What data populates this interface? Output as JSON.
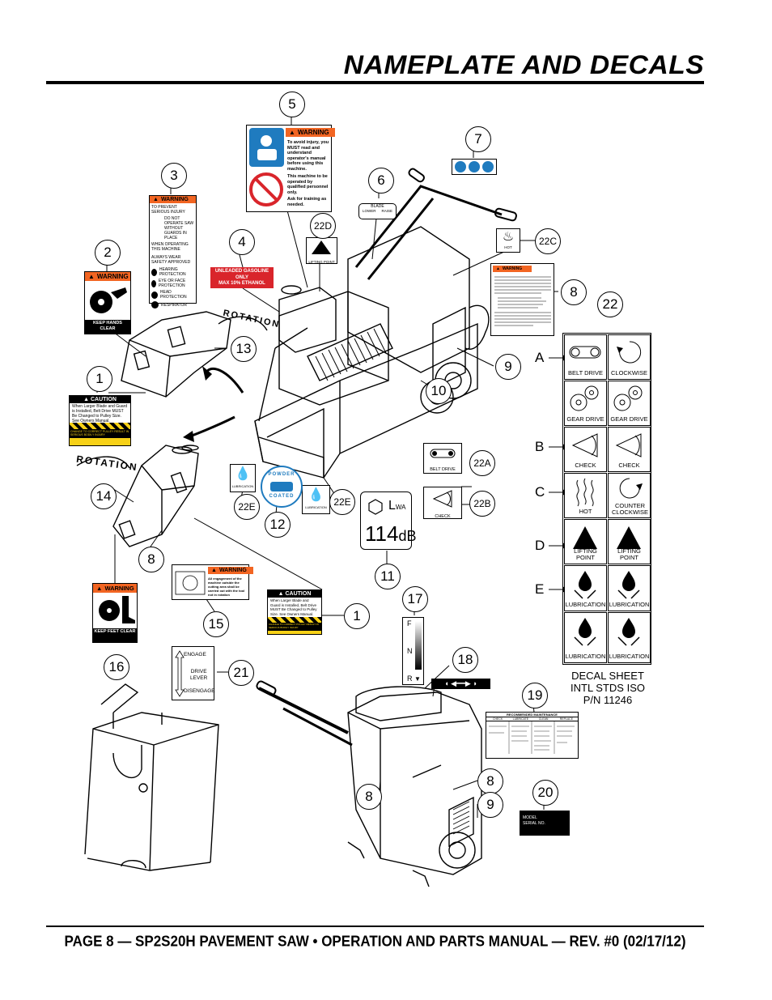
{
  "page": {
    "title": "NAMEPLATE AND DECALS",
    "footer": "PAGE 8 — SP2S20H PAVEMENT SAW • OPERATION AND PARTS MANUAL — REV. #0 (02/17/12)"
  },
  "callouts": {
    "c1a": "1",
    "c1b": "1",
    "c2": "2",
    "c3": "3",
    "c4": "4",
    "c5": "5",
    "c6": "6",
    "c7": "7",
    "c8a": "8",
    "c8b": "8",
    "c8c": "8",
    "c8d": "8",
    "c9a": "9",
    "c9b": "9",
    "c10": "10",
    "c11": "11",
    "c12": "12",
    "c13": "13",
    "c14": "14",
    "c15": "15",
    "c16": "16",
    "c17": "17",
    "c18": "18",
    "c19": "19",
    "c20": "20",
    "c21": "21",
    "c22": "22",
    "c22a": "22A",
    "c22b": "22B",
    "c22c": "22C",
    "c22d": "22D",
    "c22e1": "22E",
    "c22e2": "22E"
  },
  "row_letters": [
    "A",
    "B",
    "C",
    "D",
    "E"
  ],
  "decals": {
    "d1": {
      "header": "CAUTION",
      "body": "When Larger Blade and Guard is Installed, Belt Drive MUST Be Changed to Pulley Size. See Owners Manual.",
      "stripe_text": "CHANGE TO CORRECT PULLEY RESULT IN SERIOUS BODILY INJURY"
    },
    "d2": {
      "header": "WARNING",
      "footer": "KEEP HANDS CLEAR"
    },
    "d3": {
      "header": "WARNING",
      "line1": "TO PREVENT SERIOUS INJURY",
      "line2": "DO NOT OPERATE SAW WITHOUT GUARDS IN PLACE",
      "line3": "WHEN OPERATING THIS MACHINE",
      "line4": "ALWAYS WEAR SAFETY APPROVED",
      "items": [
        "HEARING PROTECTION",
        "EYE OR FACE PROTECTION",
        "HEAD PROTECTION",
        "RESPIRATOR"
      ]
    },
    "d4": {
      "line1": "UNLEADED GASOLINE",
      "line2": "ONLY",
      "line3": "MAX 10% ETHANOL"
    },
    "d5": {
      "header": "WARNING",
      "text1": "To avoid injury, you MUST read and understand operator's manual before using this machine.",
      "text2": "This machine to be operated by qualified personnel only.",
      "text3": "Ask for training as needed."
    },
    "d6": {
      "title": "BLADE",
      "left": "LOWER",
      "right": "RAISE"
    },
    "d8": {
      "header": "WARNING"
    },
    "d11": {
      "label": "L",
      "sub": "WA",
      "value": "114",
      "unit": "dB"
    },
    "d12": {
      "top": "POWDER",
      "bottom": "COATED"
    },
    "d15": {
      "header": "WARNING",
      "text": "All engagement of the machine outside the cutting area shall be carried out with the tool not in rotation"
    },
    "d16": {
      "header": "WARNING",
      "footer": "KEEP FEET CLEAR"
    },
    "d17": {
      "top": "F",
      "mid": "N",
      "bottom": "R"
    },
    "d19": {
      "title": "RECOMMENDED MAINTENANCE",
      "cols": [
        "CHECK",
        "LUBRICATE",
        "CLEAN",
        "REPLACE"
      ]
    },
    "d20": {
      "line1": "MODEL",
      "line2": "SERIAL NO."
    },
    "d21": {
      "engage": "ENGAGE",
      "drive": "DRIVE",
      "lever": "LEVER",
      "disengage": "DISENGAGE"
    },
    "d22a": "BELT DRIVE",
    "d22b": "CHECK",
    "d22c": "HOT",
    "d22d": "LIFTING POINT",
    "d22e": "LUBRICATION",
    "rotation": "ROTATION"
  },
  "decal_sheet": {
    "cells": [
      [
        "BELT DRIVE",
        "CLOCKWISE"
      ],
      [
        "GEAR DRIVE",
        "GEAR DRIVE"
      ],
      [
        "CHECK",
        "CHECK"
      ],
      [
        "HOT",
        "COUNTER CLOCKWISE"
      ],
      [
        "LIFTING  POINT",
        "LIFTING  POINT"
      ],
      [
        "LUBRICATION",
        "LUBRICATION"
      ],
      [
        "LUBRICATION",
        "LUBRICATION"
      ]
    ],
    "caption1": "DECAL SHEET",
    "caption2": "INTL STDS ISO",
    "caption3": "P/N 11246"
  },
  "colors": {
    "warning_orange": "#f26522",
    "caution_yellow": "#f7d117",
    "unleaded_red": "#d9252b",
    "blue": "#1f7bbf"
  }
}
